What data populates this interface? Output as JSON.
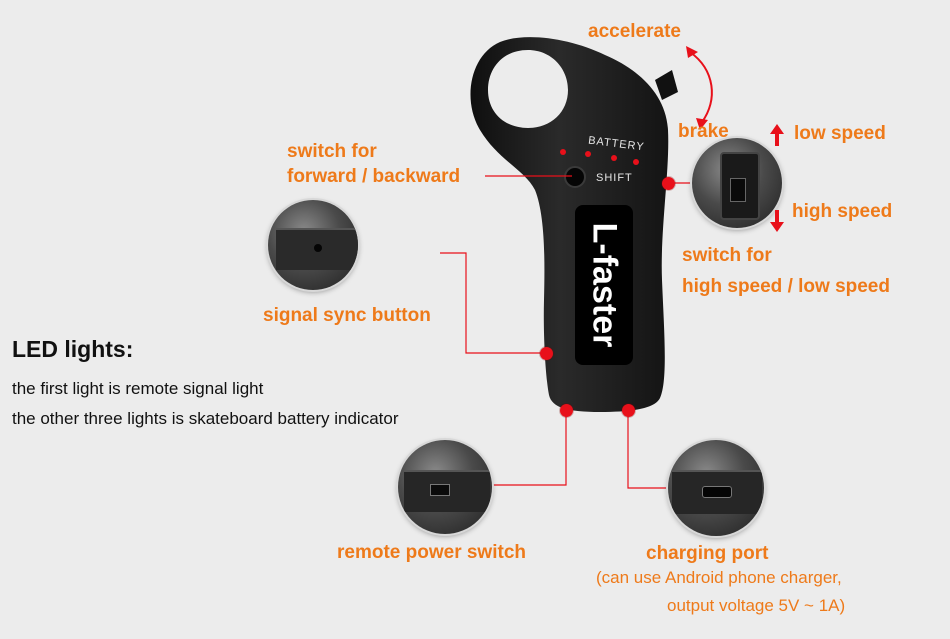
{
  "labels": {
    "accelerate": "accelerate",
    "brake": "brake",
    "low_speed": "low speed",
    "high_speed": "high speed",
    "switch_fwd_line1": "switch for",
    "switch_fwd_line2": "forward / backward",
    "switch_speed_line1": "switch for",
    "switch_speed_line2": "high speed / low speed",
    "signal_sync": "signal sync button",
    "remote_power": "remote power switch",
    "charging_port": "charging port",
    "charging_note_line1": "(can use Android phone charger,",
    "charging_note_line2": "output voltage 5V ~ 1A)"
  },
  "led_info": {
    "title": "LED lights:",
    "line1": "the first light is remote signal light",
    "line2": "the other three lights is skateboard battery indicator"
  },
  "remote": {
    "brand": "L-faster",
    "battery_label": "BATTERY",
    "shift_label": "SHIFT"
  },
  "colors": {
    "accent": "#ee7a1a",
    "marker": "#e8101a",
    "body": "#1c1c1c"
  }
}
